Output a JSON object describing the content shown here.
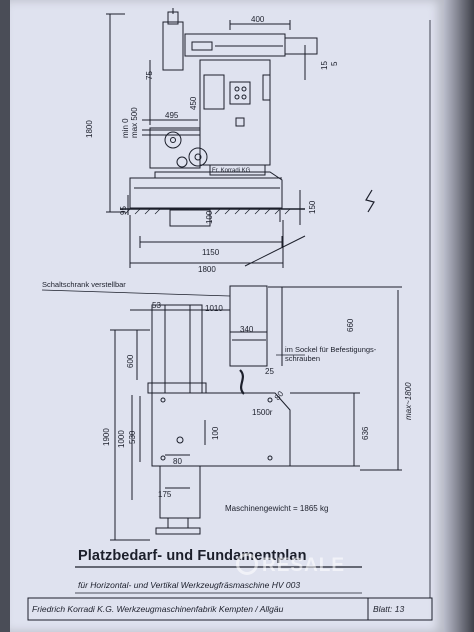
{
  "dimensions": {
    "top_400": "400",
    "r_15": "15",
    "r_5": "5",
    "min_max": "min 0\nmax 500",
    "d_75": "75",
    "d_450": "450",
    "d_495": "495",
    "d_1800_v": "1800",
    "d_95": "95",
    "d_100": "100",
    "d_150": "150",
    "d_1150": "1150",
    "d_1800_h": "1800",
    "d_53": "53",
    "d_1010": "1010",
    "d_340": "340",
    "d_660": "660",
    "d_600": "600",
    "d_25": "25",
    "d_80_diag": "80",
    "d_1500r": "1500r",
    "d_1900": "1900",
    "d_1000": "1000",
    "d_530": "530",
    "d_100_b": "100",
    "d_80": "80",
    "d_636": "636",
    "d_max1800": "max~1800",
    "d_175": "175"
  },
  "labels": {
    "schaltschrank": "Schaltschrank verstellbar",
    "sockel": "im Sockel für Befestigungs-\nschrauben",
    "plate": "Fr. Korradi  KG",
    "gewicht": "Maschinengewicht  = 1865 kg"
  },
  "title": {
    "main": "Platzbedarf- und Fundamentplan",
    "sub": "für Horizontal- und Vertikal  Werkzeugfräsmaschine   HV 003"
  },
  "footer": {
    "company": "Friedrich Korradi  K.G. Werkzeugmaschinenfabrik  Kempten / Allgäu",
    "sheet": "Blatt: 13"
  },
  "watermark": "RESALE",
  "colors": {
    "paper": "#dfe2ef",
    "ink": "#1c1f2b",
    "background": "#4a4d57"
  }
}
